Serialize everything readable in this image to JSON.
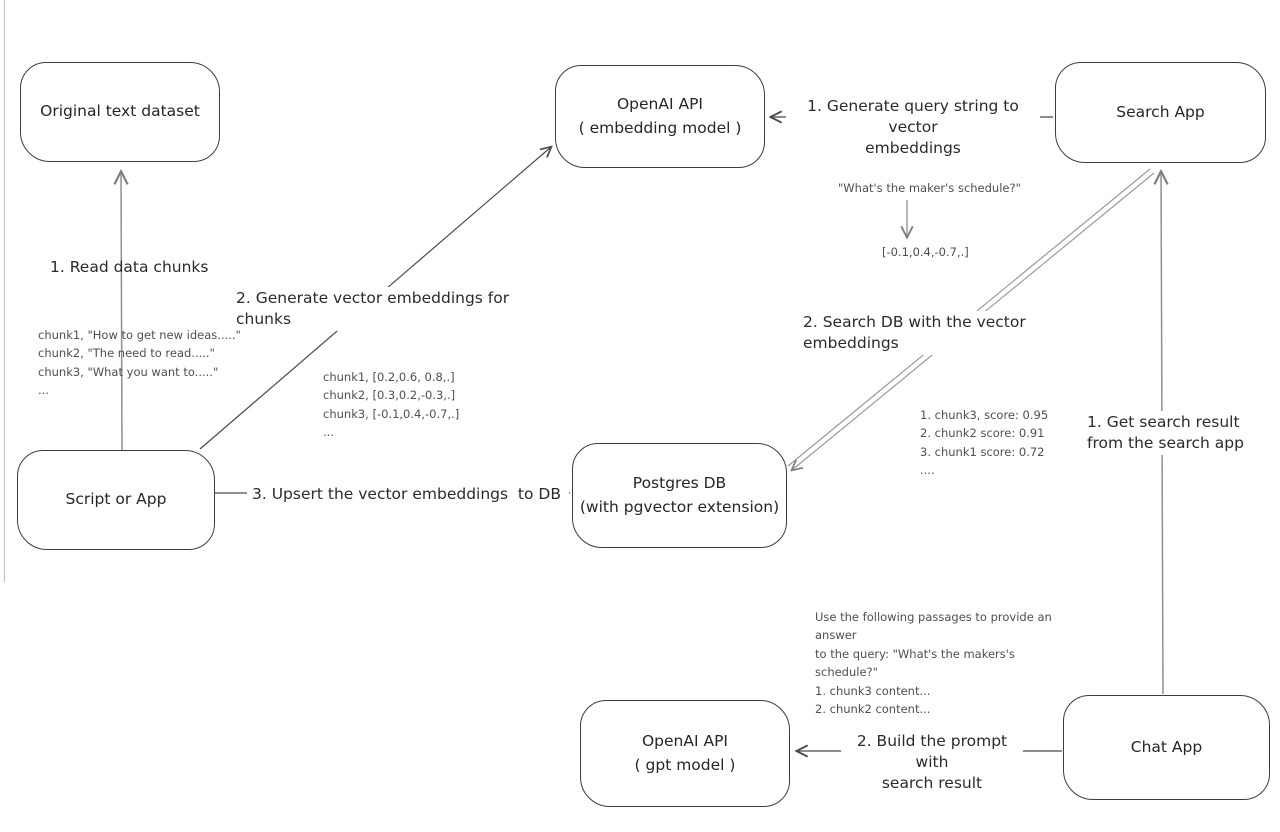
{
  "nodes": {
    "original_dataset": {
      "label": "Original text dataset"
    },
    "openai_embedding": {
      "label": "OpenAI API\n( embedding model )"
    },
    "search_app": {
      "label": "Search App"
    },
    "script_or_app": {
      "label": "Script or App"
    },
    "postgres_db": {
      "label": "Postgres DB\n(with pgvector extension)"
    },
    "openai_gpt": {
      "label": "OpenAI API\n( gpt model )"
    },
    "chat_app": {
      "label": "Chat App"
    }
  },
  "steps": {
    "read_chunks": "1. Read data chunks",
    "generate_embeddings": "2. Generate vector embeddings for chunks",
    "upsert": "3. Upsert the vector embeddings  to DB",
    "query_to_vector": "1. Generate query string to vector\nembeddings",
    "search_db": "2. Search DB with the vector embeddings",
    "get_result": "1. Get search result\nfrom the search app",
    "build_prompt": "2. Build the prompt with\nsearch result"
  },
  "annotations": {
    "chunk_samples": "chunk1, \"How to get new ideas.....\"\nchunk2, \"The need to read.....\"\nchunk3, \"What you want to.....\"\n...",
    "chunk_vectors": "chunk1, [0.2,0.6, 0.8,.]\nchunk2, [0.3,0.2,-0.3,.]\nchunk3, [-0.1,0.4,-0.7,.]\n...",
    "query_string": "\"What's the maker's schedule?\"",
    "query_vector": "[-0.1,0.4,-0.7,.]",
    "search_scores": "1. chunk3, score: 0.95\n2. chunk2 score: 0.91\n3. chunk1 score: 0.72\n....",
    "prompt_preview": "Use the following passages to provide an answer\nto the query: \"What's the makers's schedule?\"\n1. chunk3 content...\n2. chunk2 content..."
  },
  "colors": {
    "box_stroke": "#3d3d3d",
    "arrow_dark": "#4a4a4a",
    "arrow_gray": "#8f8f8f",
    "canvas_edge": "#c6c6c6"
  }
}
